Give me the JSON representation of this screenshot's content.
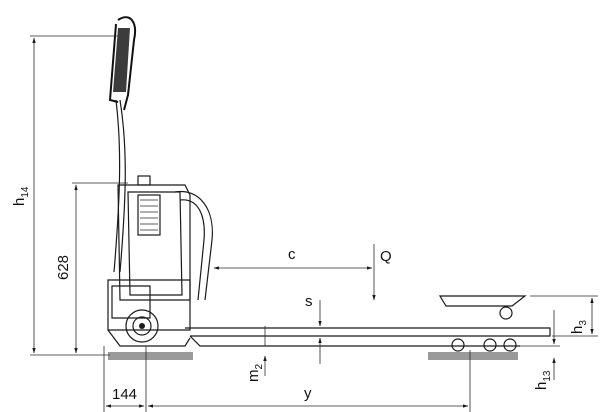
{
  "dimensions": {
    "h14": {
      "main": "h",
      "sub": "14"
    },
    "height_628": "628",
    "c": "c",
    "q": "Q",
    "s": "s",
    "m2": {
      "main": "m",
      "sub": "2"
    },
    "y": "y",
    "base_144": "144",
    "h3": {
      "main": "h",
      "sub": "3"
    },
    "h13": {
      "main": "h",
      "sub": "13"
    }
  },
  "colors": {
    "line": "#1a1a1a",
    "ground": "#9a9a9a",
    "background": "#ffffff"
  }
}
